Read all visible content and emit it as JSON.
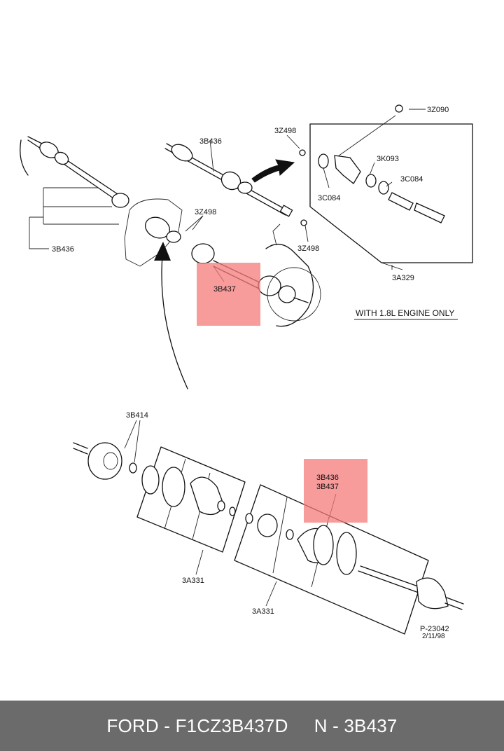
{
  "diagram": {
    "labels": {
      "3Z090": "3Z090",
      "3Z498_top": "3Z498",
      "3B436_top": "3B436",
      "3K093": "3K093",
      "3C084_left": "3C084",
      "3C084_right": "3C084",
      "3Z498_right": "3Z498",
      "3Z498_mid": "3Z498",
      "3B436_left": "3B436",
      "3B437": "3B437",
      "3A329": "3A329",
      "engine_note": "WITH 1.8L ENGINE ONLY",
      "3B414": "3B414",
      "3B436_lower": "3B436",
      "3B437_lower": "3B437",
      "3A331_left": "3A331",
      "3A331_right": "3A331",
      "ref_number": "P-23042",
      "ref_date": "2/11/98"
    },
    "highlight_color": "#f47a7a"
  },
  "footer": {
    "brand": "FORD",
    "part_number": "F1CZ3B437D",
    "code_prefix": "N",
    "code": "3B437"
  }
}
